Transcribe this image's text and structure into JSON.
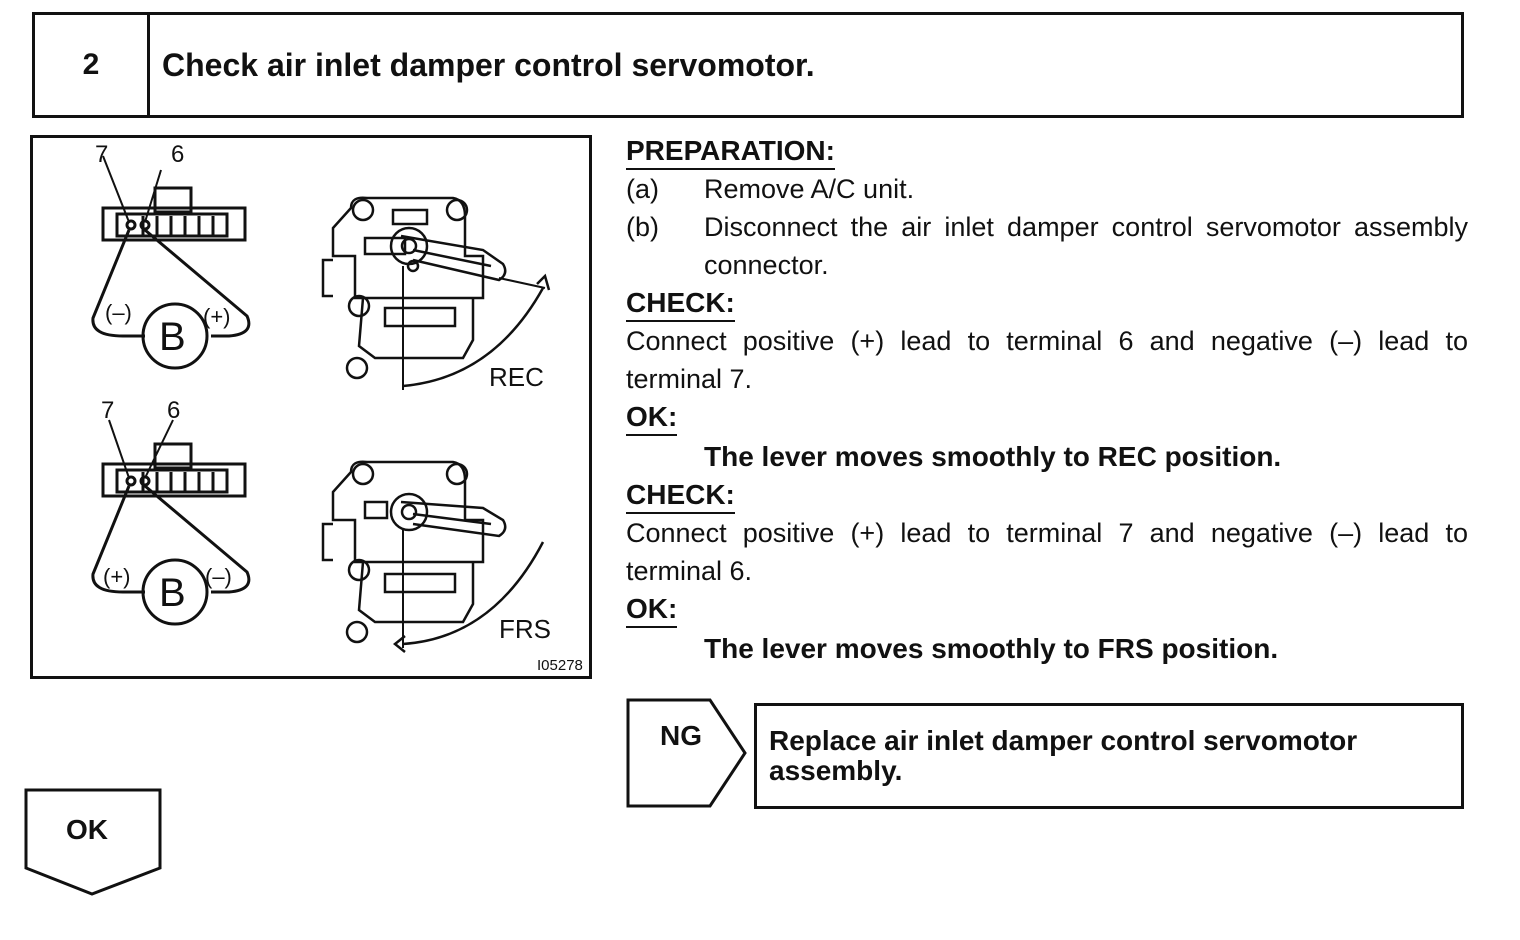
{
  "step": {
    "number": "2",
    "title": "Check air inlet damper control servomotor."
  },
  "figure": {
    "upper": {
      "terminal_left": "7",
      "terminal_right": "6",
      "lead_left": "(–)",
      "lead_right": "(+)",
      "battery": "B",
      "position": "REC"
    },
    "lower": {
      "terminal_left": "7",
      "terminal_right": "6",
      "lead_left": "(+)",
      "lead_right": "(–)",
      "battery": "B",
      "position": "FRS"
    },
    "code": "I05278"
  },
  "procedure": {
    "preparation_label": "PREPARATION:",
    "prep_items": [
      {
        "mark": "(a)",
        "text": "Remove A/C unit."
      },
      {
        "mark": "(b)",
        "text": "Disconnect the air inlet damper control servomotor assembly connector."
      }
    ],
    "check1_label": "CHECK:",
    "check1_text": "Connect positive (+) lead to terminal 6 and negative (–) lead to terminal 7.",
    "ok1_label": "OK:",
    "ok1_text": "The lever moves smoothly to REC position.",
    "check2_label": "CHECK:",
    "check2_text": "Connect positive (+) lead to terminal 7 and negative (–) lead to terminal 6.",
    "ok2_label": "OK:",
    "ok2_text": "The lever moves smoothly to FRS position."
  },
  "ng": {
    "label": "NG",
    "action": "Replace air inlet damper control servomotor assembly."
  },
  "ok": {
    "label": "OK"
  }
}
